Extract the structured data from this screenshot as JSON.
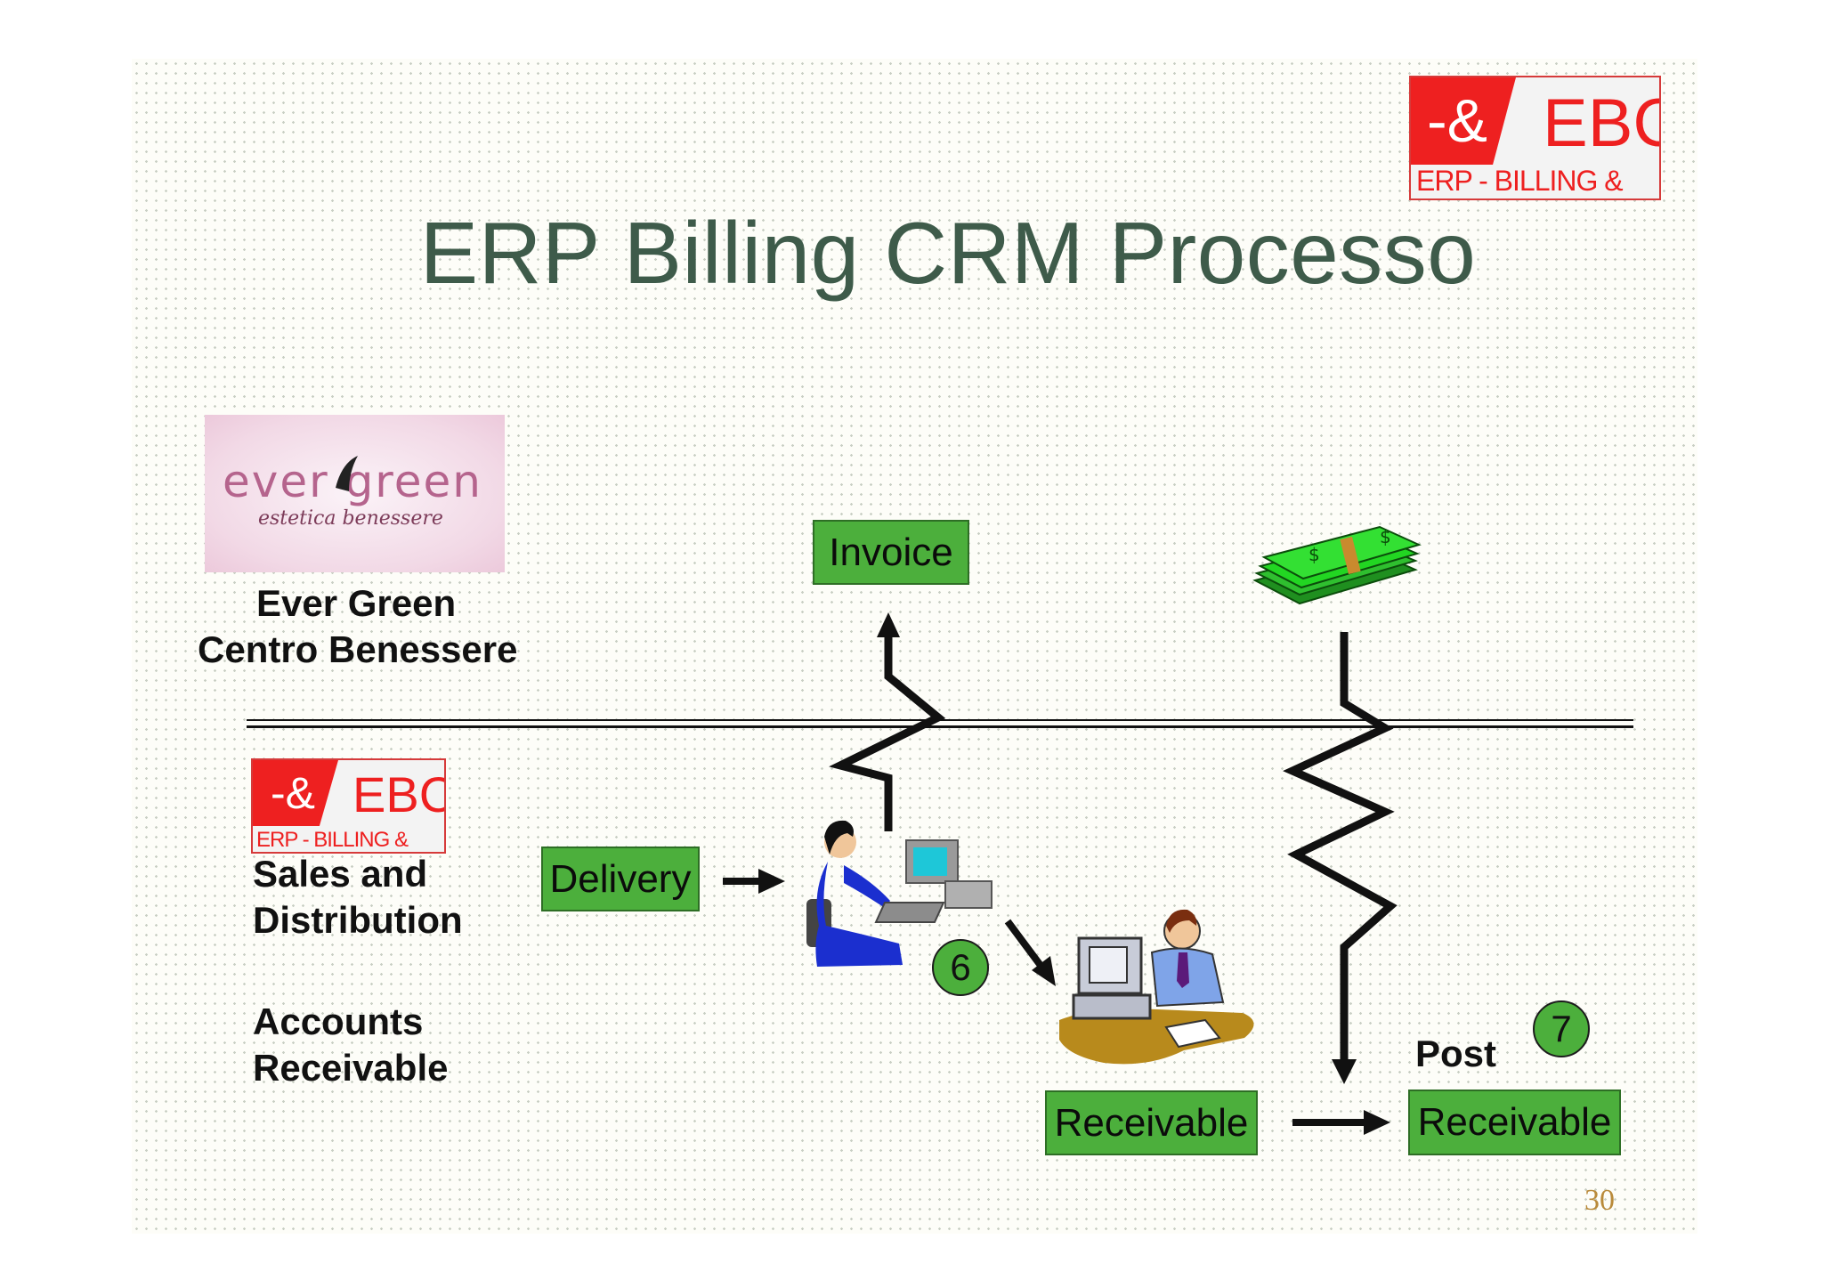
{
  "title": "ERP Billing CRM Processo",
  "logo": {
    "symbol": "-&",
    "name": "EBC",
    "subtitle": "ERP - BILLING & CRM"
  },
  "customer_logo": {
    "brand": "ever green",
    "tagline": "estetica benessere"
  },
  "customer_label": [
    "Ever Green",
    "Centro Benessere"
  ],
  "sales_label": [
    "Sales and",
    "Distribution"
  ],
  "accounts_label": [
    "Accounts",
    "Receivable"
  ],
  "boxes": {
    "invoice": "Invoice",
    "delivery": "Delivery",
    "receivable_1": "Receivable",
    "receivable_2": "Receivable"
  },
  "post_label": "Post",
  "steps": {
    "step_6": "6",
    "step_7": "7"
  },
  "page_number": "30",
  "icons": [
    "money-stack-icon",
    "woman-at-computer-icon",
    "man-at-desk-computer-icon"
  ],
  "colors": {
    "title": "#3e5b4a",
    "box_fill": "#4caf3c",
    "logo_red": "#ee2020",
    "page_number": "#b98a3a"
  }
}
